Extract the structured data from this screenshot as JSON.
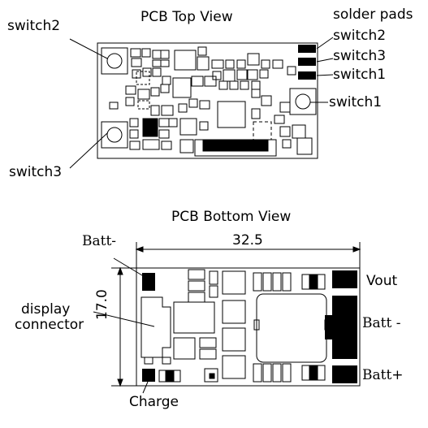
{
  "top": {
    "title": "PCB Top View",
    "labels": {
      "switch2_left": "switch2",
      "switch3_left": "switch3",
      "solder_pads": "solder pads",
      "pad_switch2": "switch2",
      "pad_switch3": "switch3",
      "pad_switch1": "switch1",
      "switch1_right": "switch1"
    }
  },
  "bottom": {
    "title": "PCB Bottom View",
    "width_dim": "32.5",
    "height_dim": "17.0",
    "labels": {
      "batt_minus_top": "Batt-",
      "display_connector_l1": "display",
      "display_connector_l2": "connector",
      "charge": "Charge",
      "vout": "Vout",
      "batt_minus_right": "Batt -",
      "batt_plus": "Batt+"
    }
  }
}
